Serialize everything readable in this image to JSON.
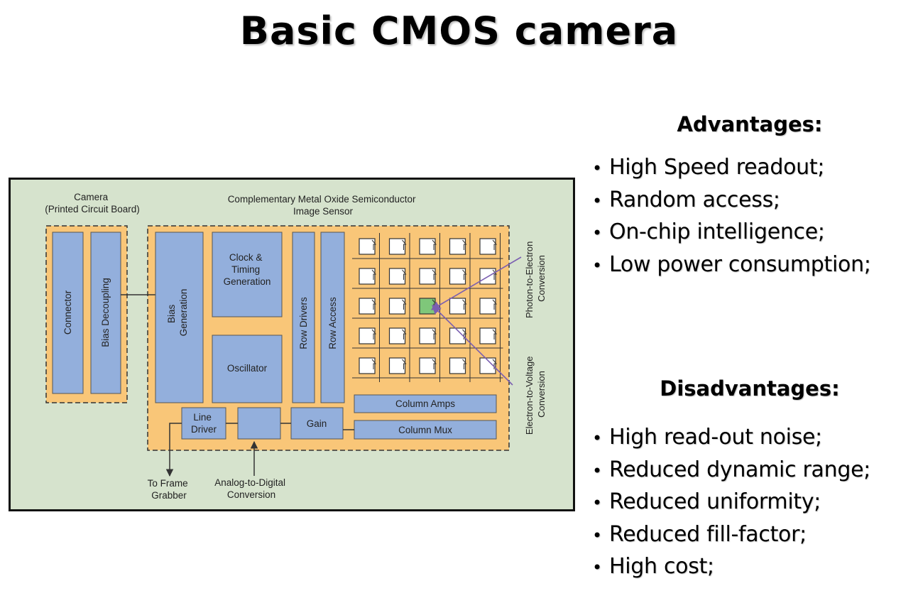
{
  "title": "Basic CMOS camera",
  "diagram": {
    "camera_label": [
      "Camera",
      "(Printed Circuit Board)"
    ],
    "sensor_label": [
      "Complementary Metal Oxide Semiconductor",
      "Image Sensor"
    ],
    "connector": "Connector",
    "bias_decoupling": "Bias Decoupling",
    "bias_generation": [
      "Bias",
      "Generation"
    ],
    "clock_timing": [
      "Clock &",
      "Timing",
      "Generation"
    ],
    "oscillator": "Oscillator",
    "row_drivers": "Row Drivers",
    "row_access": "Row Access",
    "column_amps": "Column Amps",
    "column_mux": "Column Mux",
    "gain": "Gain",
    "line_driver": [
      "Line",
      "Driver"
    ],
    "to_frame_grabber": [
      "To Frame",
      "Grabber"
    ],
    "adc_conversion": [
      "Analog-to-Digital",
      "Conversion"
    ],
    "photon_to_electron": [
      "Photon-to-Electron",
      "Conversion"
    ],
    "electron_to_voltage": [
      "Electron-to-Voltage",
      "Conversion"
    ],
    "pixel_grid": {
      "rows": 5,
      "cols": 5,
      "highlight_row": 2,
      "highlight_col": 2
    },
    "colors": {
      "board_bg": "#d6e3cd",
      "dashed_bg": "#f9c678",
      "block": "#93afdc",
      "pixel_highlight": "#7fc77a",
      "arrow": "#7b5fb1"
    }
  },
  "advantages": {
    "heading": "Advantages:",
    "items": [
      "High Speed readout;",
      "Random access;",
      "On-chip intelligence;",
      "Low power consumption;"
    ]
  },
  "disadvantages": {
    "heading": "Disadvantages:",
    "items": [
      "High read-out noise;",
      "Reduced dynamic range;",
      "Reduced uniformity;",
      "Reduced fill-factor;",
      "High cost;"
    ]
  }
}
